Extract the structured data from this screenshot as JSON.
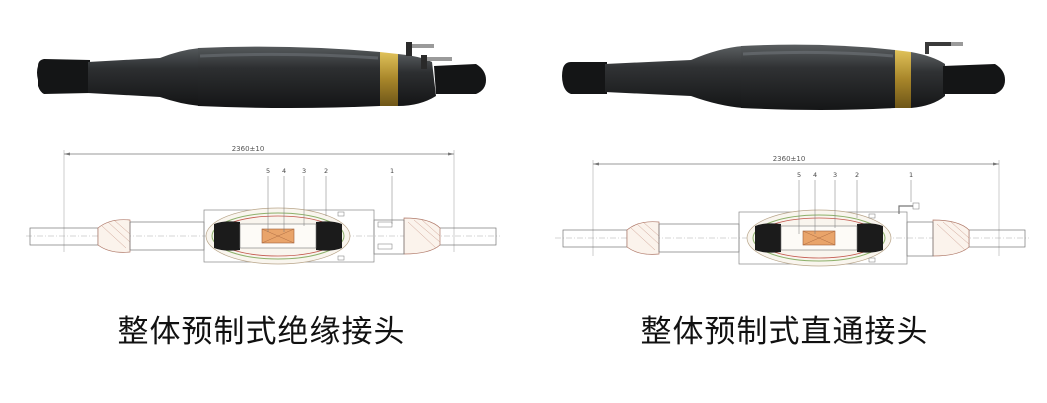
{
  "joints": [
    {
      "caption": "整体预制式绝缘接头",
      "dimension": "2360±10",
      "parts": [
        "5",
        "4",
        "3",
        "2",
        "1"
      ],
      "grounding_terminals": 2
    },
    {
      "caption": "整体预制式直通接头",
      "dimension": "2360±10",
      "parts": [
        "5",
        "4",
        "3",
        "2",
        "1"
      ],
      "grounding_terminals": 1
    }
  ],
  "colors": {
    "body": "#2c2e30",
    "body_highlight": "#4a4d50",
    "cable_end": "#151617",
    "brass_band": "#b8962e",
    "line": "#666666",
    "red_line": "#c2554b",
    "insulator_fill": "#f4eee4",
    "core_fill": "#e9a46a"
  },
  "icons": [
    "joint-photo",
    "joint-drawing"
  ]
}
